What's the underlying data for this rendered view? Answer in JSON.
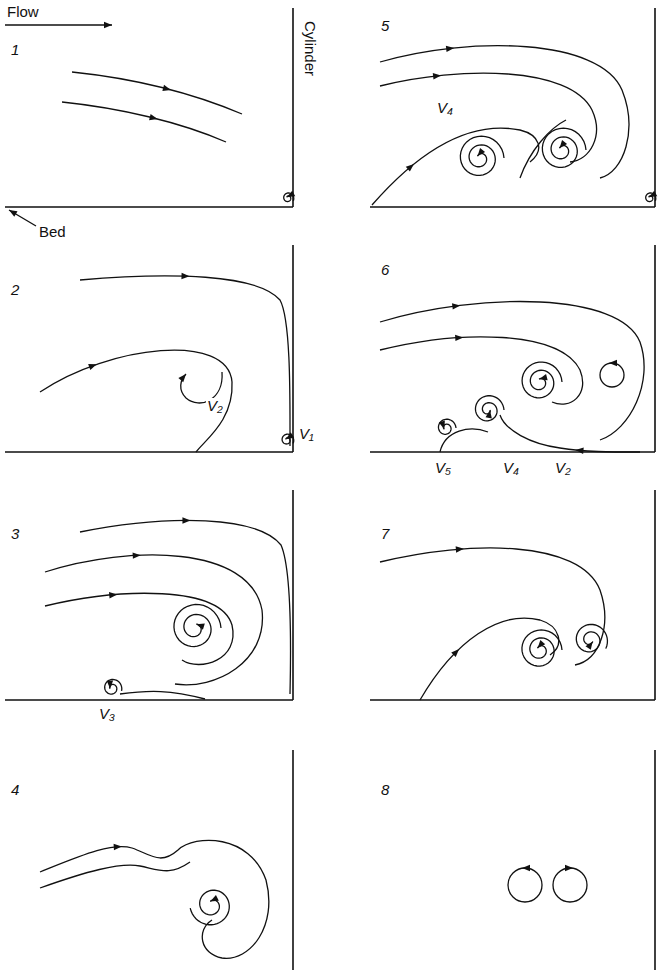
{
  "diagram": {
    "labels": [
      "Flow",
      "1",
      "Cylinder",
      "Bed",
      "2",
      "V₂",
      "V₁",
      "3",
      "V₃",
      "4",
      "5",
      "V₄",
      "6",
      "V₅",
      "V₄",
      "V₂",
      "7",
      "8"
    ]
  }
}
